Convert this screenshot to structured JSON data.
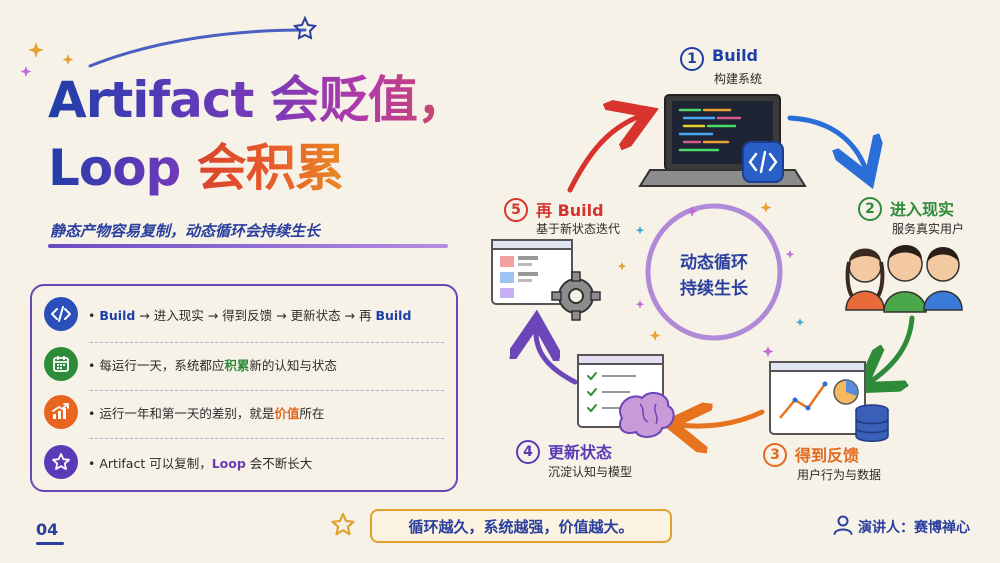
{
  "page_number": "04",
  "title": {
    "line1_en": "Artifact ",
    "line1_cn": "会贬值，",
    "line2_en": "Loop ",
    "line2_cn": "会积累"
  },
  "subtitle": "静态产物容易复制，动态循环会持续生长",
  "points": [
    {
      "icon": "code-icon",
      "parts": [
        "• ",
        "Build",
        " → 进入现实 → 得到反馈 → 更新状态 → 再 ",
        "Build",
        ""
      ]
    },
    {
      "icon": "calendar-icon",
      "parts": [
        "• 每运行一天，系统都应",
        "积累",
        "新的认知与状态"
      ]
    },
    {
      "icon": "chart-up-icon",
      "parts": [
        "• 运行一年和第一天的差别，就是",
        "价值",
        "所在"
      ]
    },
    {
      "icon": "star-icon",
      "parts": [
        "• Artifact 可以复制，",
        "Loop",
        " 会不断长大"
      ]
    }
  ],
  "cycle": {
    "center": [
      "动态循环",
      "持续生长"
    ],
    "steps": [
      {
        "num": "1",
        "label": "Build",
        "sub": "构建系统",
        "color": "#1f3fa8"
      },
      {
        "num": "2",
        "label": "进入现实",
        "sub": "服务真实用户",
        "color": "#2e8b3a"
      },
      {
        "num": "3",
        "label": "得到反馈",
        "sub": "用户行为与数据",
        "color": "#e26a1f"
      },
      {
        "num": "4",
        "label": "更新状态",
        "sub": "沉淀认知与模型",
        "color": "#5b3ab8"
      },
      {
        "num": "5",
        "label": "再 Build",
        "sub": "基于新状态迭代",
        "color": "#d8332d"
      }
    ]
  },
  "motto": "循环越久，系统越强，价值越大。",
  "speaker": "演讲人：赛博禅心",
  "colors": {
    "navy": "#2a3f9e",
    "purple": "#6a46b8",
    "blue": "#1f3fa8",
    "green": "#2e8b3a",
    "orange": "#e26a1f",
    "red": "#d8332d",
    "gold": "#e0a130"
  }
}
